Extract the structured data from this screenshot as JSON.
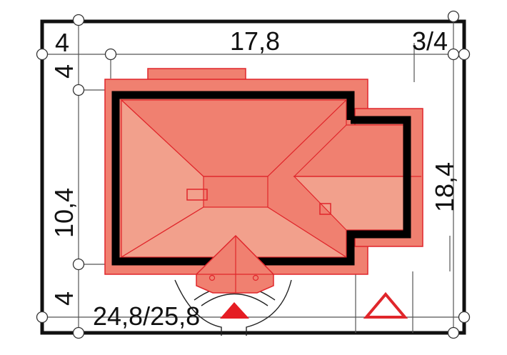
{
  "dimensions": {
    "top_left": "4",
    "top_width": "17,8",
    "top_right": "3/4",
    "left_top": "4",
    "left_middle": "10,4",
    "left_bottom": "4",
    "right_depth": "18,4",
    "bottom_plot": "24,8/25,8"
  },
  "colors": {
    "roof_fill": "#f08070",
    "roof_light": "#f2a08c",
    "roof_stroke": "#e0262b",
    "wall": "#000000",
    "entrance_marker": "#e51c23"
  },
  "icons": {
    "entrance": "filled-triangle-icon",
    "north_marker": "outlined-triangle-icon"
  }
}
